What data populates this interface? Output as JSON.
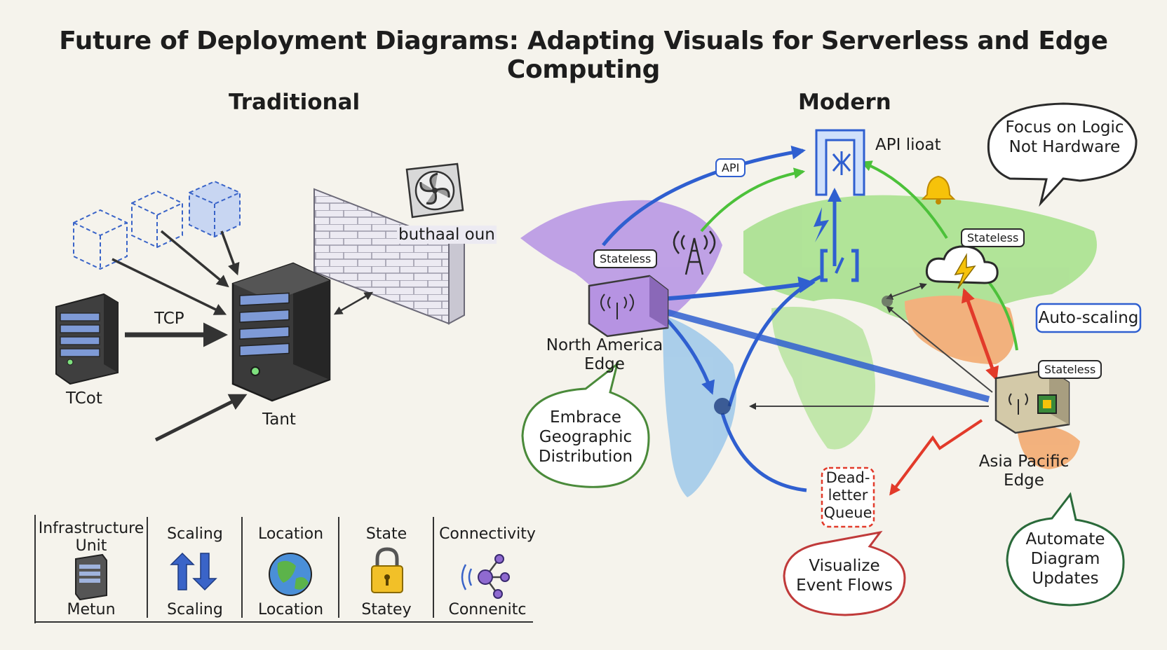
{
  "title": "Future of Deployment Diagrams: Adapting Visuals for Serverless and Edge Computing",
  "traditional": {
    "heading": "Traditional",
    "tcp_label": "TCP",
    "left_server_label": "TCot",
    "main_server_label": "Tant",
    "firewall_label": "buthaal oun"
  },
  "modern": {
    "heading": "Modern",
    "api_gateway_label": "API lioat",
    "api_badge": "API",
    "stateless_na": "Stateless",
    "stateless_cloud": "Stateless",
    "stateless_ap": "Stateless",
    "na_edge": [
      "North America",
      "Edge"
    ],
    "ap_edge": [
      "Asia Pacific",
      "Edge"
    ],
    "dead_letter": [
      "Dead-",
      "letter",
      "Queue"
    ],
    "auto_scaling": "Auto-scaling"
  },
  "bubbles": {
    "focus": [
      "Focus on Logic",
      "Not Hardware"
    ],
    "embrace": [
      "Embrace",
      "Geographic",
      "Distribution"
    ],
    "visualize": [
      "Visualize",
      "Event Flows"
    ],
    "automate": [
      "Automate",
      "Diagram",
      "Updates"
    ]
  },
  "legend": {
    "columns": [
      {
        "header": [
          "Infrastructure",
          "Unit"
        ],
        "footer": "Metun",
        "icon": "server-icon"
      },
      {
        "header": [
          "Scaling"
        ],
        "footer": "Scaling",
        "icon": "up-down-arrows-icon"
      },
      {
        "header": [
          "Location"
        ],
        "footer": "Location",
        "icon": "globe-icon"
      },
      {
        "header": [
          "State"
        ],
        "footer": "Statey",
        "icon": "padlock-icon"
      },
      {
        "header": [
          "Connectivity"
        ],
        "footer": "Connenitc",
        "icon": "network-node-icon"
      }
    ]
  },
  "colors": {
    "flow_blue": "#2f5fd0",
    "flow_green": "#4cc13a",
    "flow_red": "#e23a2a",
    "edge_purple": "#a57ad6"
  }
}
